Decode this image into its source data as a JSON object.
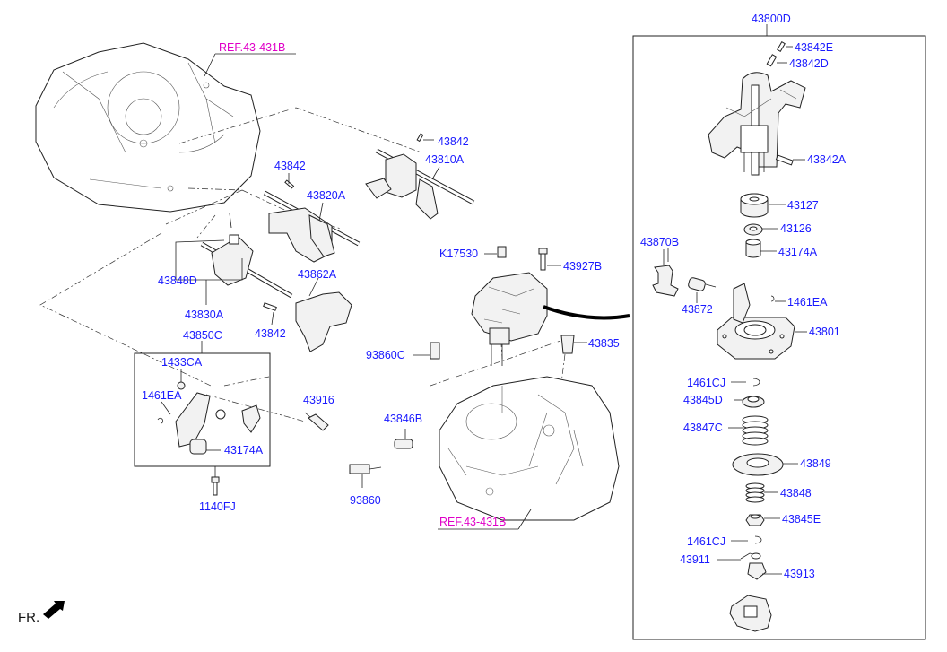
{
  "labels": {
    "l43800D": "43800D",
    "l43842E": "43842E",
    "l43842D": "43842D",
    "l43842A": "43842A",
    "l43127": "43127",
    "l43126": "43126",
    "l43174A_r": "43174A",
    "l1461EA_r": "1461EA",
    "l43870B": "43870B",
    "l43872": "43872",
    "l43801": "43801",
    "l1461CJ_a": "1461CJ",
    "l43845D": "43845D",
    "l43847C": "43847C",
    "l43849": "43849",
    "l43848": "43848",
    "l43845E": "43845E",
    "l1461CJ_b": "1461CJ",
    "l43911": "43911",
    "l43913": "43913",
    "l43842_top": "43842",
    "l43810A": "43810A",
    "l43842_mid": "43842",
    "l43820A": "43820A",
    "l43848D": "43848D",
    "l43830A": "43830A",
    "l43862A": "43862A",
    "l43842_low": "43842",
    "l43850C": "43850C",
    "l1433CA": "1433CA",
    "l1461EA_l": "1461EA",
    "l43174A_l": "43174A",
    "l1140FJ": "1140FJ",
    "l43916": "43916",
    "lK17530": "K17530",
    "l43927B": "43927B",
    "l93860C": "93860C",
    "l43835": "43835",
    "l43846B": "43846B",
    "l93860": "93860"
  },
  "refs": {
    "ref_top": "REF.43-431B",
    "ref_bottom": "REF.43-431B"
  },
  "orientation": {
    "text": "FR."
  },
  "colors": {
    "part_number": "#1a1aff",
    "reference": "#e000c8",
    "line": "#222222"
  }
}
